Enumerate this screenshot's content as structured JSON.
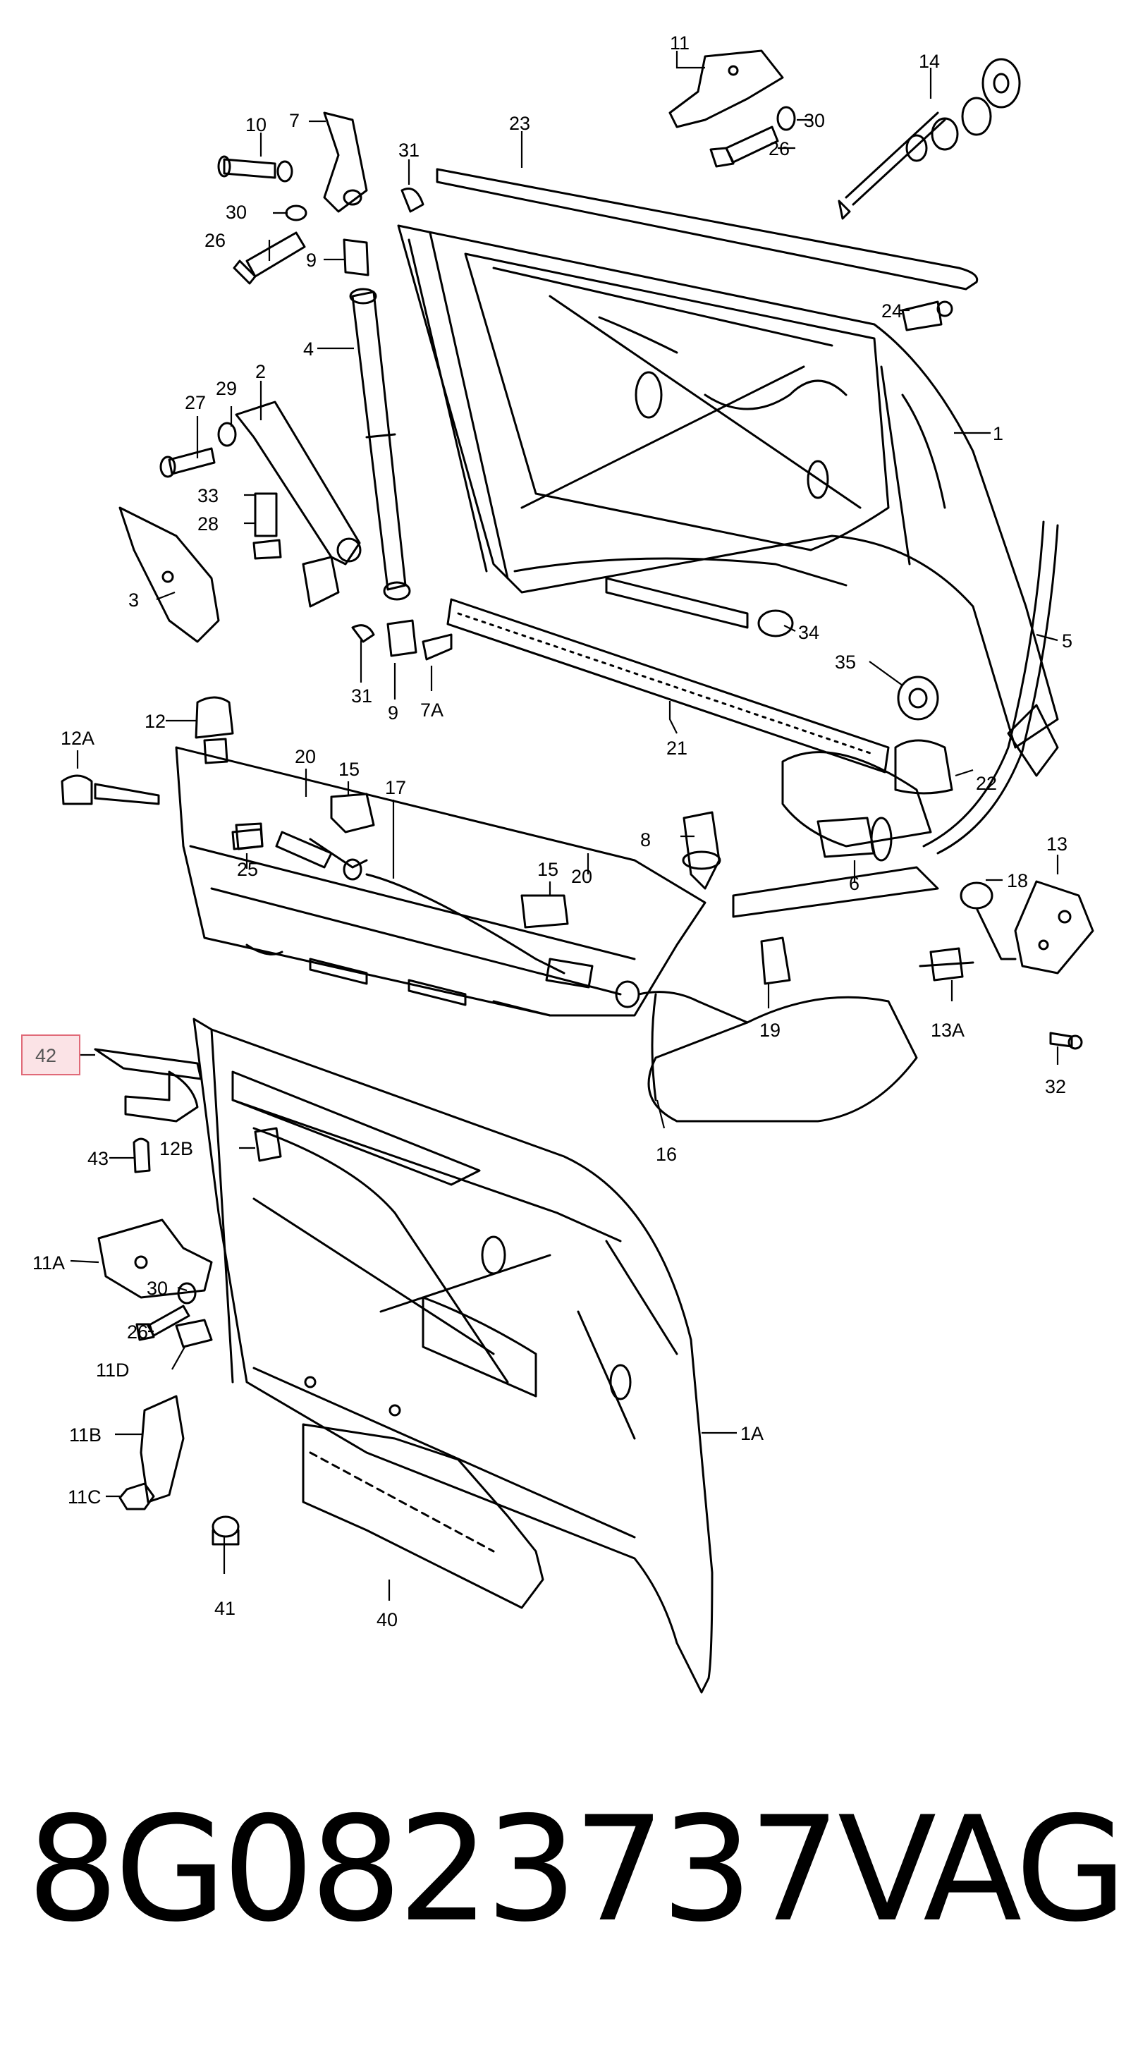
{
  "diagram": {
    "highlighted_label": "42",
    "labels": [
      "11",
      "14",
      "30",
      "26",
      "10",
      "7",
      "31",
      "23",
      "30",
      "26",
      "9",
      "4",
      "24",
      "1",
      "27",
      "29",
      "2",
      "33",
      "28",
      "3",
      "31",
      "9",
      "7A",
      "34",
      "35",
      "5",
      "12",
      "12A",
      "20",
      "15",
      "17",
      "21",
      "22",
      "8",
      "6",
      "13",
      "25",
      "15",
      "20",
      "18",
      "19",
      "13A",
      "32",
      "16",
      "43",
      "12B",
      "11A",
      "30",
      "26",
      "11D",
      "1A",
      "11B",
      "11C",
      "41",
      "40"
    ]
  },
  "footer": {
    "part_number": "8G0823737",
    "brand": "VAG"
  },
  "colors": {
    "highlight_border": "#e06a78",
    "highlight_fill": "#fbe3e6",
    "ink": "#000000"
  }
}
